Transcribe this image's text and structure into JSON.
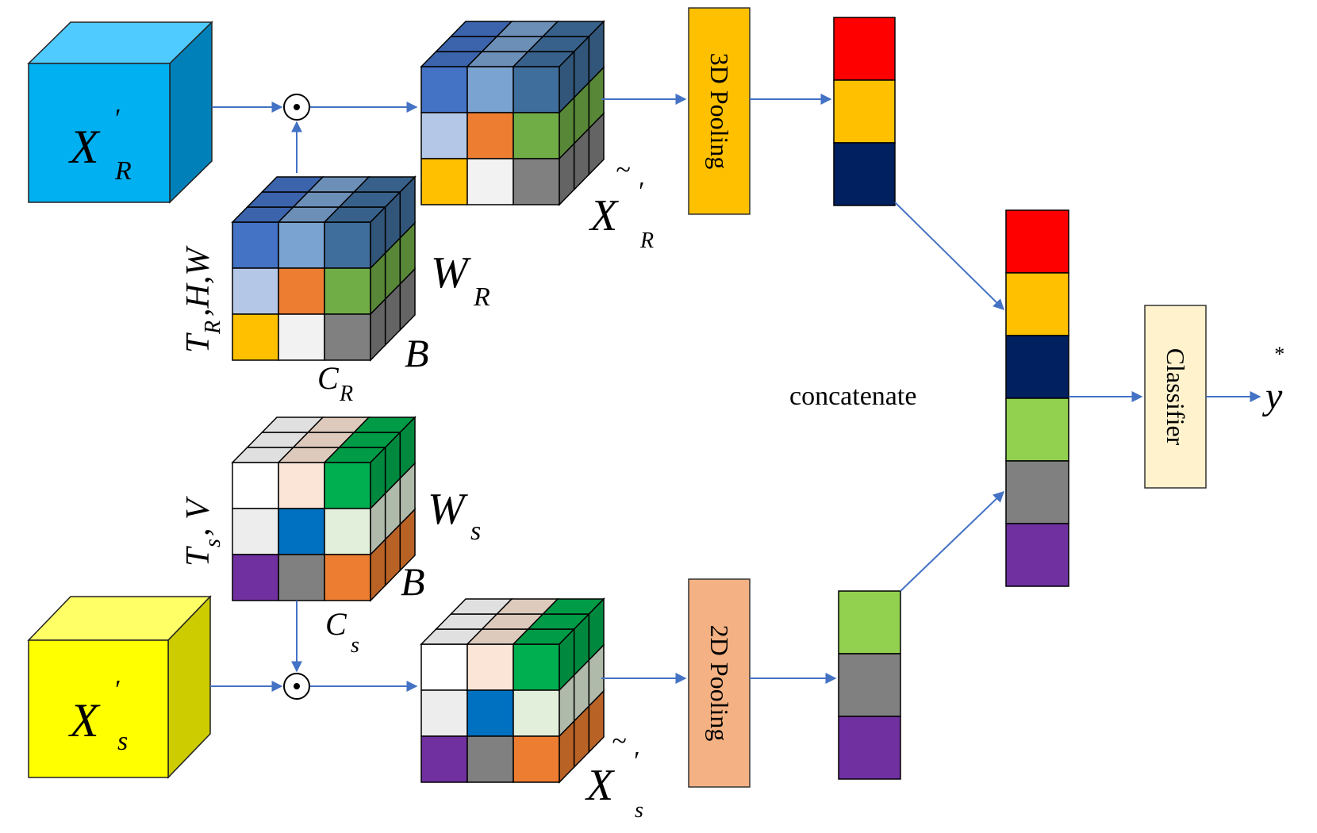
{
  "colors": {
    "arrow": "#4472C4",
    "input_r_front": "#00B0F0",
    "input_r_top": "#4FCBFF",
    "input_r_side": "#0080B8",
    "input_s_front": "#FFFF00",
    "input_s_top": "#FFFF66",
    "input_s_side": "#CCCC00",
    "pool3d": "#FFC000",
    "pool2d": "#F4B183",
    "classifier": "#FFF2CC"
  },
  "symbols": {
    "xr_main": "X",
    "xr_prime": "′",
    "xr_sub": "R",
    "xs_main": "X",
    "xs_prime": "′",
    "xs_sub": "s",
    "wr_main": "W",
    "wr_sub": "R",
    "ws_main": "W",
    "ws_sub": "s",
    "tr_main": "T",
    "tr_sub": "R",
    "tr_rest": ",H,W",
    "ts_main": "T",
    "ts_sub": "s",
    "ts_rest": ", V",
    "cr_main": "C",
    "cr_sub": "R",
    "cs_main": "C",
    "cs_sub": "s",
    "b_r": "B",
    "b_s": "B",
    "xtr_tilde": "~",
    "xtr_main": "X",
    "xtr_prime": "′",
    "xtr_sub": "R",
    "xts_tilde": "~",
    "xts_main": "X",
    "xts_prime": "′",
    "xts_sub": "s",
    "y_main": "y",
    "y_star": "*",
    "odot": "⊙"
  },
  "labels": {
    "pool3d": "3D Pooling",
    "pool2d": "2D Pooling",
    "classifier": "Classifier",
    "concatenate": "concatenate"
  },
  "cubes": {
    "weight_r": {
      "front": [
        "#4472C4",
        "#7BA3D1",
        "#3F6E9D",
        "#B4C7E7",
        "#ED7D31",
        "#70AD47",
        "#FFC000",
        "#F2F2F2",
        "#808080"
      ],
      "top": [
        "#4472C4",
        "#7BA3D1",
        "#3F6E9D"
      ],
      "side": [
        "#3F6E9D",
        "#70AD47",
        "#808080"
      ]
    },
    "weight_s": {
      "front": [
        "#FFFFFF",
        "#FBE5D6",
        "#00B050",
        "#EDEDED",
        "#0070C0",
        "#E2EFDA",
        "#7030A0",
        "#808080",
        "#ED7D31"
      ],
      "top": [
        "#FFFFFF",
        "#FBE5D6",
        "#00B050"
      ],
      "side": [
        "#00B050",
        "#E2EFDA",
        "#ED7D31"
      ]
    }
  },
  "vectors": {
    "pooled_r": [
      "#FF0000",
      "#FFC000",
      "#002060"
    ],
    "pooled_s": [
      "#92D050",
      "#808080",
      "#7030A0"
    ],
    "concat": [
      "#FF0000",
      "#FFC000",
      "#002060",
      "#92D050",
      "#808080",
      "#7030A0"
    ]
  }
}
